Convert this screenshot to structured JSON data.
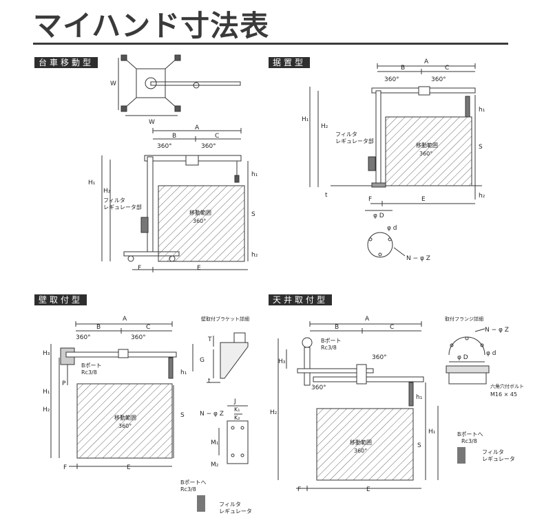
{
  "page": {
    "title": "マイハンド寸法表"
  },
  "sections": {
    "cart": "台車移動型",
    "floor": "据置型",
    "wall": "壁取付型",
    "ceiling": "天井取付型"
  },
  "labels": {
    "A": "A",
    "B": "B",
    "C": "C",
    "D": "D",
    "E": "E",
    "F": "F",
    "G": "G",
    "J": "J",
    "P": "P",
    "S": "S",
    "T": "T",
    "W": "W",
    "t": "t",
    "H1": "H₁",
    "H2": "H₂",
    "H3": "H₃",
    "h1": "h₁",
    "h2": "h₂",
    "K1": "K₁",
    "K2": "K₂",
    "M1": "M₁",
    "M2": "M₂",
    "rot360": "360°",
    "range_line1": "移動範囲",
    "range_line2": "360°",
    "filter_reg_l1": "フィルタ",
    "filter_reg_l2": "レギュレータ部",
    "phiD": "φ D",
    "phid": "φ d",
    "NphiZ": "N − φ Z",
    "bport": "Bポート",
    "rc38": "Rc3/8",
    "bport_to": "Bポートへ",
    "filter": "フィルタ",
    "regulator": "レギュレータ",
    "bracket_detail": "壁取付ブラケット詳細",
    "flange_detail": "取付フランジ詳細",
    "hex_bolt": "六角穴付ボルト",
    "bolt_size": "M16 × 45"
  }
}
